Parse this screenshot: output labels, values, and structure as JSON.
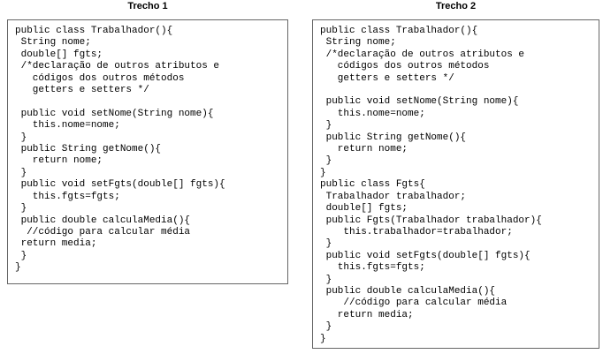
{
  "colors": {
    "background": "#ffffff",
    "text": "#000000",
    "box_border": "#666666"
  },
  "panels": [
    {
      "title": "Trecho 1",
      "code": [
        "public class Trabalhador(){",
        " String nome;",
        " double[] fgts;",
        " /*declaração de outros atributos e",
        "   códigos dos outros métodos",
        "   getters e setters */",
        "",
        " public void setNome(String nome){",
        "   this.nome=nome;",
        " }",
        " public String getNome(){",
        "   return nome;",
        " }",
        " public void setFgts(double[] fgts){",
        "   this.fgts=fgts;",
        " }",
        " public double calculaMedia(){",
        "  //código para calcular média",
        " return media;",
        " }",
        "}"
      ]
    },
    {
      "title": "Trecho 2",
      "code": [
        "public class Trabalhador(){",
        " String nome;",
        " /*declaração de outros atributos e",
        "   códigos dos outros métodos",
        "   getters e setters */",
        "",
        " public void setNome(String nome){",
        "   this.nome=nome;",
        " }",
        " public String getNome(){",
        "   return nome;",
        " }",
        "}",
        "public class Fgts{",
        " Trabalhador trabalhador;",
        " double[] fgts;",
        " public Fgts(Trabalhador trabalhador){",
        "    this.trabalhador=trabalhador;",
        " }",
        " public void setFgts(double[] fgts){",
        "   this.fgts=fgts;",
        " }",
        " public double calculaMedia(){",
        "    //código para calcular média",
        "   return media;",
        " }",
        "}"
      ]
    }
  ]
}
